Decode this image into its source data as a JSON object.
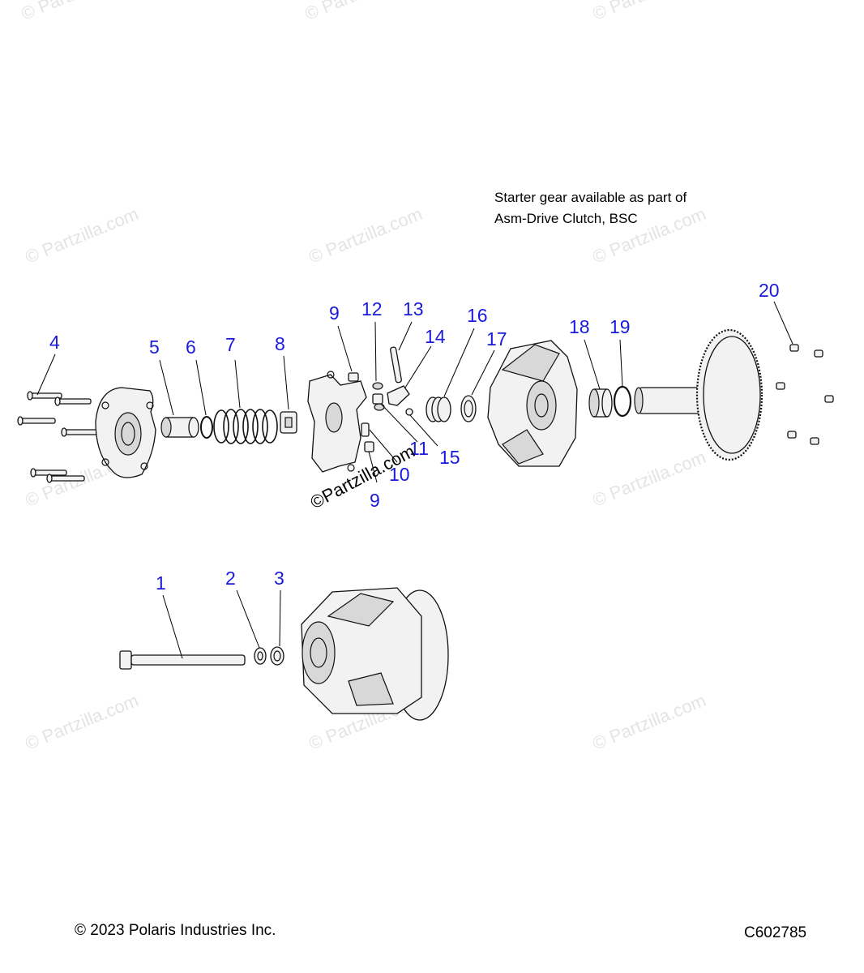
{
  "note": {
    "line1": "Starter gear available as part of",
    "line2": "Asm-Drive Clutch, BSC"
  },
  "callouts": {
    "c1": "1",
    "c2": "2",
    "c3": "3",
    "c4": "4",
    "c5": "5",
    "c6": "6",
    "c7": "7",
    "c8": "8",
    "c9a": "9",
    "c9b": "9",
    "c10": "10",
    "c11": "11",
    "c12": "12",
    "c13": "13",
    "c14": "14",
    "c15": "15",
    "c16": "16",
    "c17": "17",
    "c18": "18",
    "c19": "19",
    "c20": "20"
  },
  "watermark": {
    "text": "© Partzilla.com",
    "center_text": "©Partzilla.com"
  },
  "footer": {
    "copyright": "© 2023 Polaris Industries Inc.",
    "diagram_id": "C602785"
  },
  "colors": {
    "callout": "#1a1adb",
    "watermark": "#e4e4e4"
  }
}
